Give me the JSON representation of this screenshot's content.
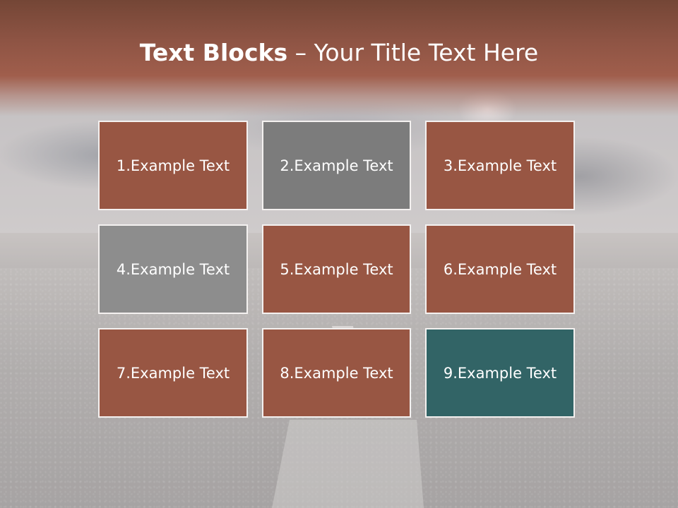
{
  "slide": {
    "title_bold": "Text Blocks",
    "title_dash": " – ",
    "title_rest": "Your Title Text Here"
  },
  "colors": {
    "title_band": "#8e5444",
    "block_brown": "#985643",
    "block_gray_dark": "#7c7c7c",
    "block_gray_light": "#8d8d8d",
    "block_teal": "#326466",
    "block_border": "#f4f1f0"
  },
  "blocks": [
    {
      "label": "1.Example Text",
      "color": "#985643"
    },
    {
      "label": "2.Example Text",
      "color": "#7c7c7c"
    },
    {
      "label": "3.Example Text",
      "color": "#985643"
    },
    {
      "label": "4.Example Text",
      "color": "#8d8d8d"
    },
    {
      "label": "5.Example Text",
      "color": "#985643"
    },
    {
      "label": "6.Example Text",
      "color": "#985643"
    },
    {
      "label": "7.Example Text",
      "color": "#985643"
    },
    {
      "label": "8.Example Text",
      "color": "#985643"
    },
    {
      "label": "9.Example Text",
      "color": "#326466"
    }
  ]
}
